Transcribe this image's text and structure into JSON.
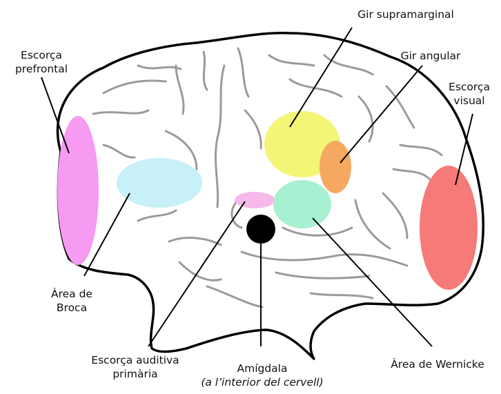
{
  "labels": {
    "prefrontal": {
      "line1": "Escorça",
      "line2": "prefrontal"
    },
    "supramarginal": "Gir supramarginal",
    "angular": "Gir angular",
    "visual": {
      "line1": "Escorça",
      "line2": "visual"
    },
    "broca": {
      "line1": "Àrea de",
      "line2": "Broca"
    },
    "auditory": {
      "line1": "Escorça auditiva",
      "line2": "primària"
    },
    "amygdala": {
      "line1": "Amígdala",
      "line2": "(a l’interior del cervell)"
    },
    "wernicke": "Àrea de Wernicke"
  },
  "colors": {
    "prefrontal": "#f79af2",
    "broca": "#c8f0f8",
    "supramarginal": "#f2f576",
    "angular": "#f5a860",
    "wernicke": "#a8f0d2",
    "auditory": "#f7b8ea",
    "amygdala": "#000000",
    "visual": "#f57a78"
  }
}
